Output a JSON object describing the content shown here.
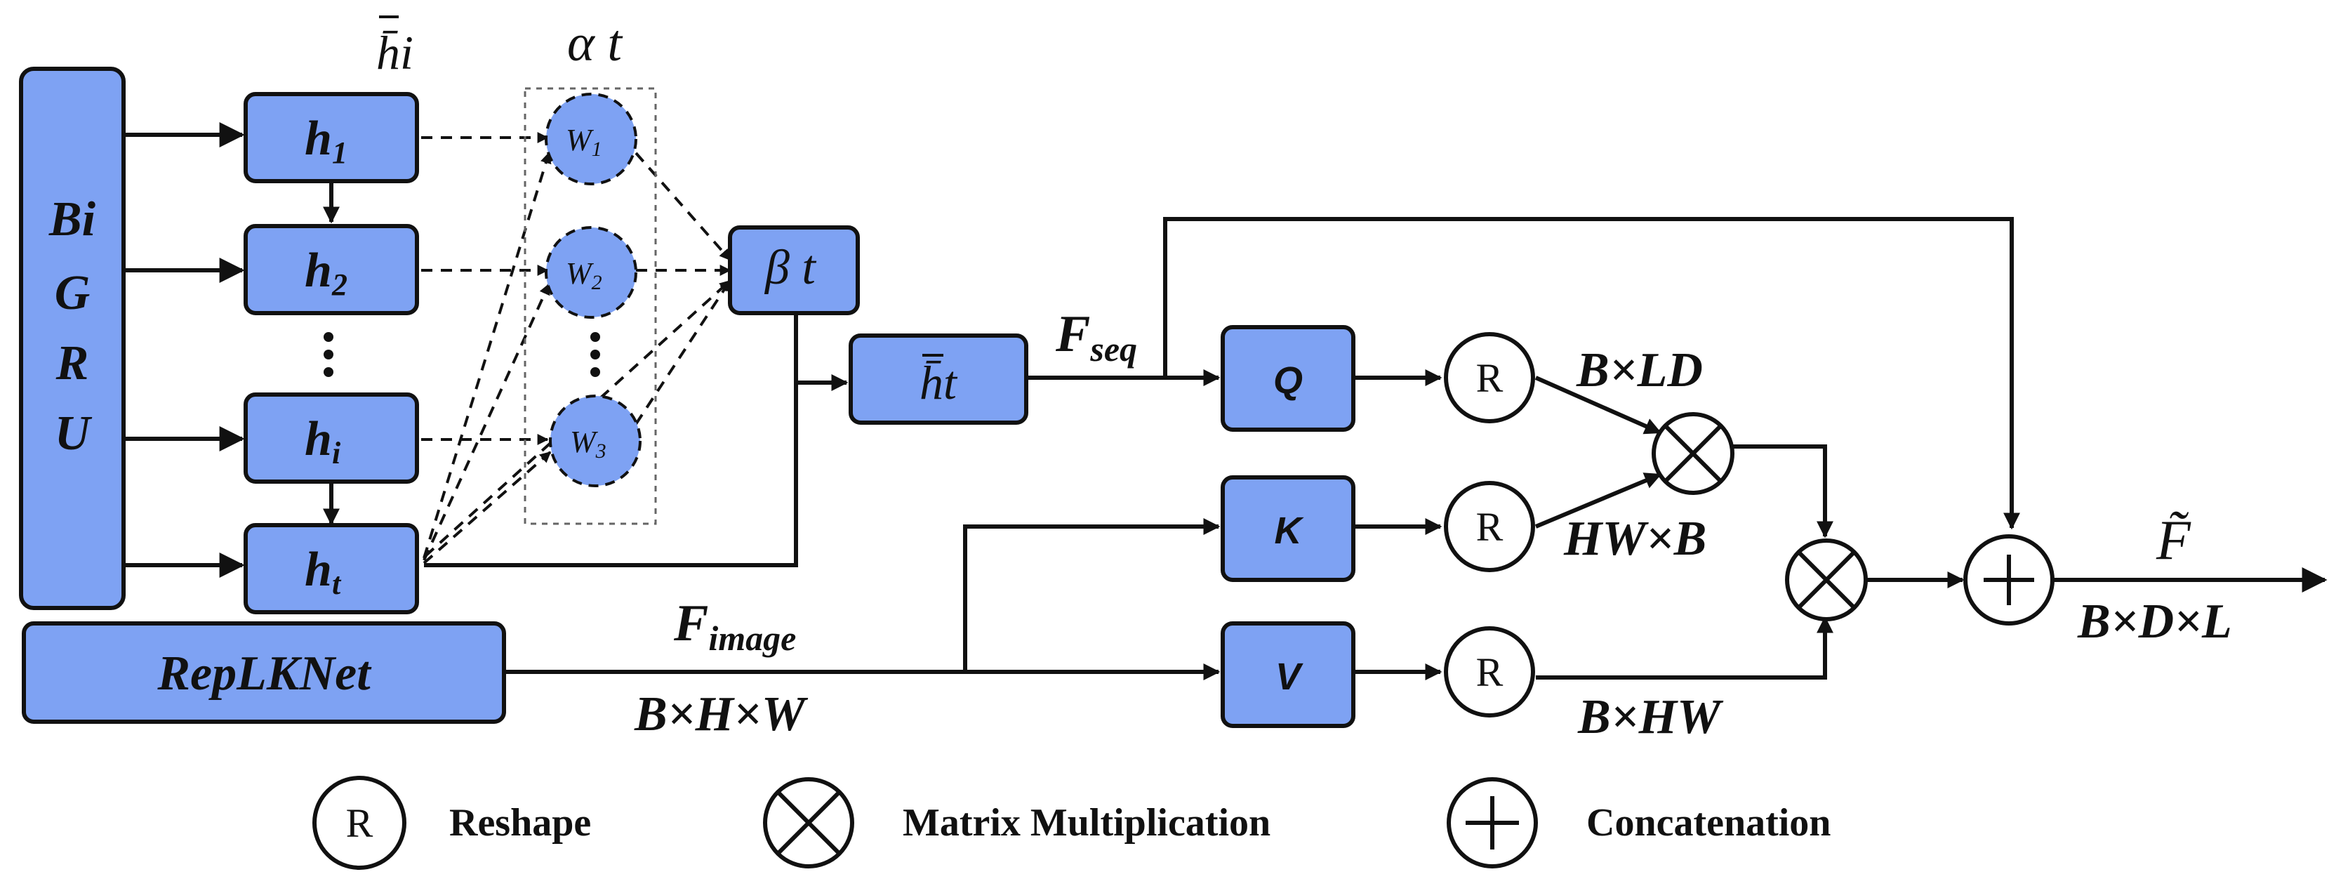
{
  "encoder": {
    "bigru_lines": [
      "Bi",
      "G",
      "R",
      "U"
    ],
    "replknet": "RepLKNet"
  },
  "hidden_states": {
    "h1": {
      "base": "h",
      "sub": "1"
    },
    "h2": {
      "base": "h",
      "sub": "2"
    },
    "hi": {
      "base": "h",
      "sub": "i"
    },
    "ht": {
      "base": "h",
      "sub": "t"
    },
    "column_header": "h̄i"
  },
  "attention": {
    "alpha_label": "α t",
    "w1": {
      "base": "W",
      "sub": "1"
    },
    "w2": {
      "base": "W",
      "sub": "2"
    },
    "w3": {
      "base": "W",
      "sub": "3"
    },
    "beta": "β t",
    "hbar_t": "h̄t"
  },
  "fusion": {
    "f_seq": {
      "base": "F",
      "sub": "seq"
    },
    "f_image": {
      "base": "F",
      "sub": "image"
    },
    "image_shape": "B×H×W",
    "q": "Q",
    "k": "K",
    "v": "V",
    "reshape_glyph": "R",
    "q_shape": "B×LD",
    "k_shape": "HW×B",
    "v_shape": "B×HW",
    "output": "F̃",
    "output_shape": "B×D×L"
  },
  "legend": {
    "reshape": "Reshape",
    "matmul": "Matrix Multiplication",
    "concat": "Concatenation",
    "reshape_glyph": "R"
  }
}
